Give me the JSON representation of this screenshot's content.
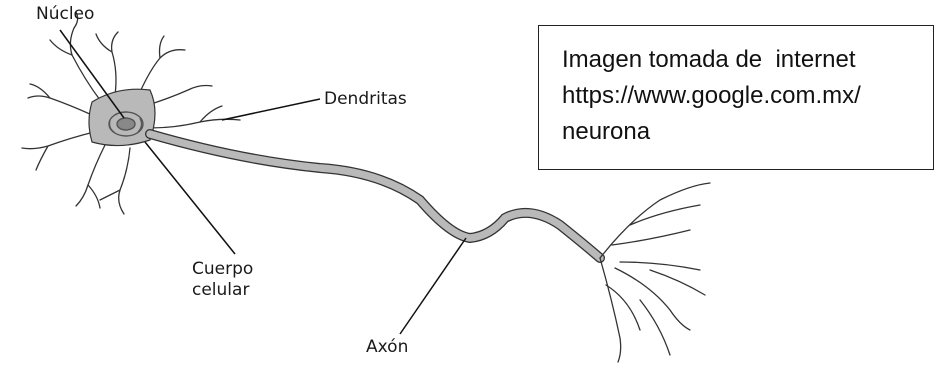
{
  "labels": {
    "nucleo": "Núcleo",
    "dendritas": "Dendritas",
    "cuerpo_line1": "Cuerpo",
    "cuerpo_line2": "celular",
    "axon": "Axón"
  },
  "caption": {
    "line1": "Imagen tomada de  internet",
    "line2": "https://www.google.com.mx/",
    "line3": "neurona"
  },
  "colors": {
    "cell_fill": "#b9b9b9",
    "outline": "#333333"
  }
}
